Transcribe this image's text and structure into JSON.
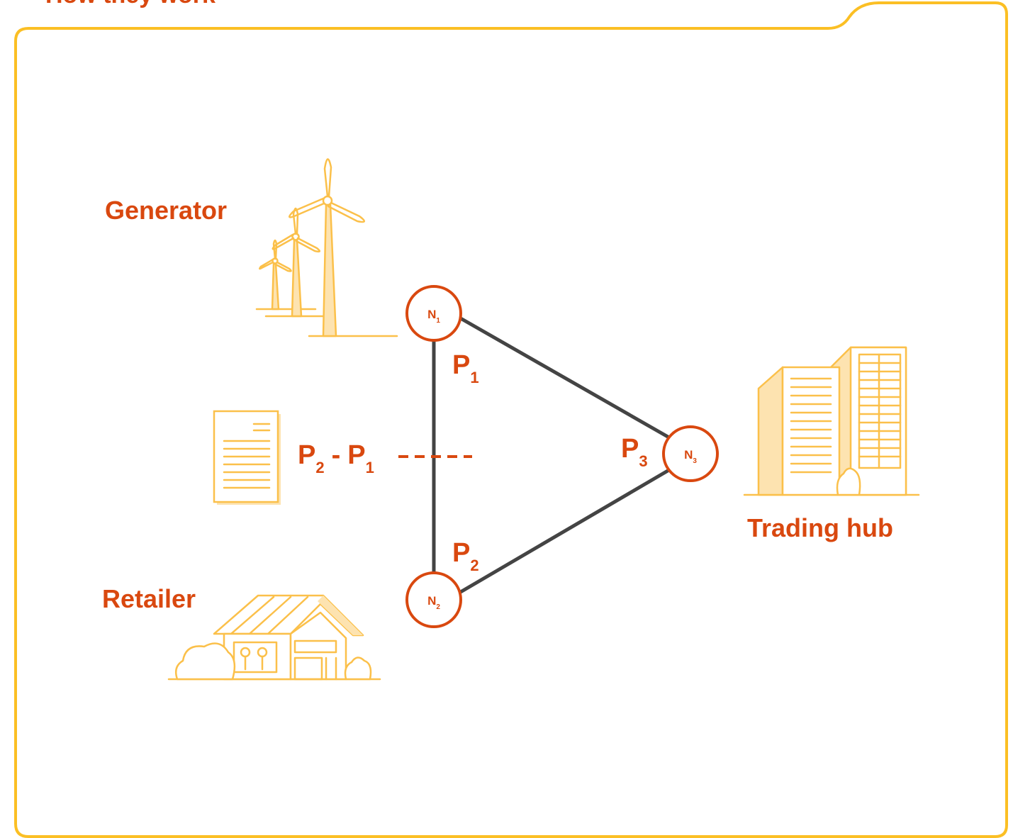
{
  "header": {
    "title": "How they work"
  },
  "colors": {
    "accent": "#d9480f",
    "frame": "#fbbf24",
    "illustration": "#fbc04a",
    "illustration_fill": "#fde3b0",
    "edge": "#444444"
  },
  "diagram": {
    "entities": {
      "generator": "Generator",
      "retailer": "Retailer",
      "trading_hub": "Trading hub"
    },
    "nodes": {
      "n1": {
        "main": "N",
        "sub": "1"
      },
      "n2": {
        "main": "N",
        "sub": "2"
      },
      "n3": {
        "main": "N",
        "sub": "3"
      }
    },
    "prices": {
      "p1": {
        "main": "P",
        "sub": "1"
      },
      "p2": {
        "main": "P",
        "sub": "2"
      },
      "p3": {
        "main": "P",
        "sub": "3"
      }
    },
    "spread": {
      "a_main": "P",
      "a_sub": "2",
      "minus": "-",
      "b_main": "P",
      "b_sub": "1"
    },
    "icons": [
      "wind-turbines-icon",
      "document-icon",
      "house-icon",
      "office-buildings-icon"
    ]
  }
}
